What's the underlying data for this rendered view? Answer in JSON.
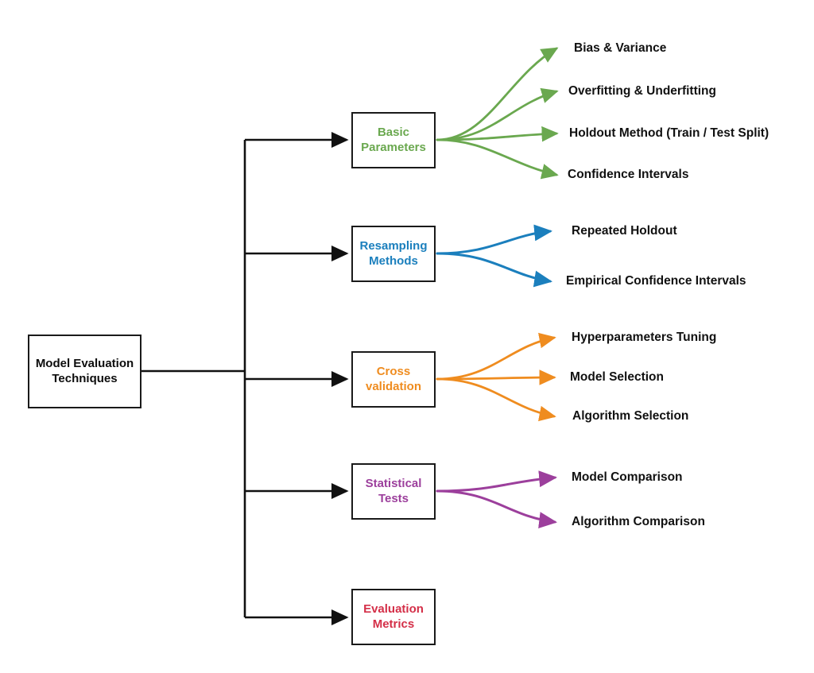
{
  "diagram": {
    "title": "Model Evaluation Techniques",
    "type": "tree-mindmap",
    "background_color": "#ffffff",
    "root": {
      "label": "Model Evaluation\nTechniques",
      "text_color": "#0d0d0d",
      "border_color": "#1a1a1a"
    },
    "branches": [
      {
        "id": "basic-parameters",
        "label": "Basic\nParameters",
        "color": "#6aa84f",
        "leaves": [
          {
            "label": "Bias & Variance"
          },
          {
            "label": "Overfitting & Underfitting"
          },
          {
            "label": "Holdout Method (Train / Test Split)"
          },
          {
            "label": "Confidence Intervals"
          }
        ]
      },
      {
        "id": "resampling-methods",
        "label": "Resampling\nMethods",
        "color": "#1b7fbd",
        "leaves": [
          {
            "label": "Repeated Holdout"
          },
          {
            "label": "Empirical Confidence Intervals"
          }
        ]
      },
      {
        "id": "cross-validation",
        "label": "Cross\nvalidation",
        "color": "#ef8c1f",
        "leaves": [
          {
            "label": "Hyperparameters Tuning"
          },
          {
            "label": "Model Selection"
          },
          {
            "label": "Algorithm Selection"
          }
        ]
      },
      {
        "id": "statistical-tests",
        "label": "Statistical\nTests",
        "color": "#9c3f9c",
        "leaves": [
          {
            "label": "Model Comparison"
          },
          {
            "label": "Algorithm Comparison"
          }
        ]
      },
      {
        "id": "evaluation-metrics",
        "label": "Evaluation\nMetrics",
        "color": "#d42f48",
        "leaves": []
      }
    ],
    "connector_color": "#111111"
  }
}
